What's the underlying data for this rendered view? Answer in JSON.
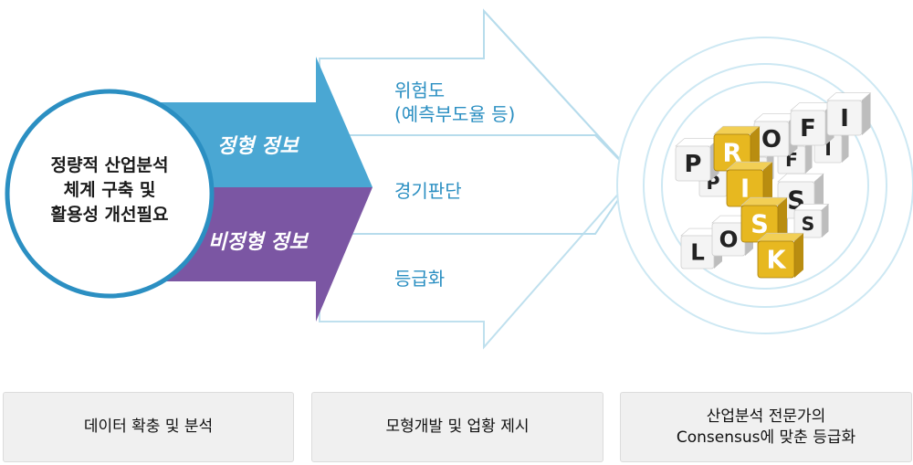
{
  "circle": {
    "lines": [
      "정량적 산업분석",
      "체계 구축 및",
      "활용성 개선필요"
    ]
  },
  "bands": {
    "top": "정형 정보",
    "bottom": "비정형 정보"
  },
  "items": {
    "first": [
      "위험도",
      "(예측부도율 등)"
    ],
    "second": "경기판단",
    "third": "등급화"
  },
  "image": {
    "cubes_row1": [
      "P",
      "R",
      "O",
      "F",
      "I"
    ],
    "cubes_row2": [
      "P",
      "O",
      "F",
      "I"
    ],
    "cubes_left": [
      "L",
      "O",
      "S",
      "S"
    ],
    "cubes_yellow": [
      "R",
      "I",
      "S",
      "K"
    ],
    "colors": {
      "yellow": "#e7b820",
      "white": "#f4f4f4"
    }
  },
  "boxes": [
    {
      "lines": [
        "데이터 확충 및 분석"
      ]
    },
    {
      "lines": [
        "모형개발 및 업황 제시"
      ]
    },
    {
      "lines": [
        "산업분석 전문가의",
        "Consensus에 맞춘 등급화"
      ]
    }
  ],
  "colors": {
    "blue": "#4aa7d3",
    "purple": "#7b56a3",
    "accent": "#2b8fc2"
  }
}
